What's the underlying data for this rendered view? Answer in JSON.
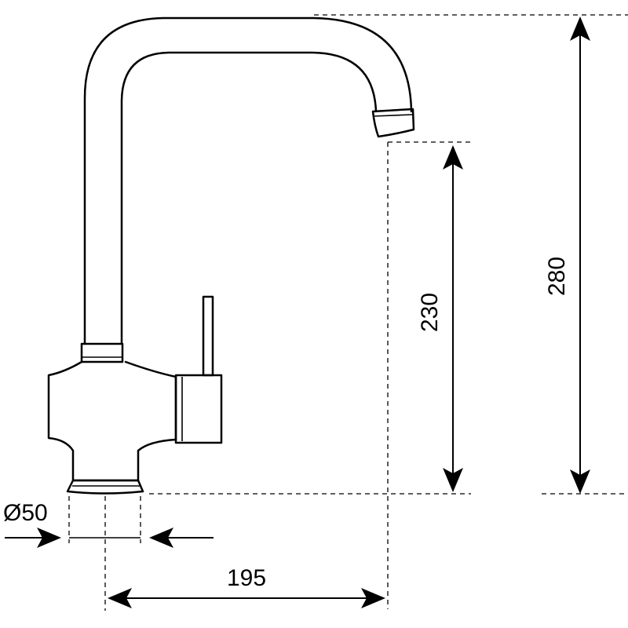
{
  "dimensions": {
    "total_height": "280",
    "spout_height": "230",
    "spout_reach": "195",
    "base_diameter": "Ø50"
  },
  "colors": {
    "line": "#000000",
    "background": "#ffffff"
  }
}
